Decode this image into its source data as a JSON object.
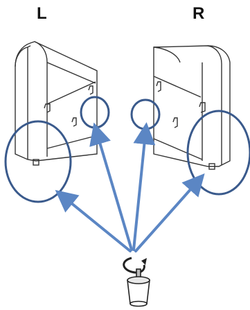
{
  "labels": {
    "left": "L",
    "right": "R"
  },
  "colors": {
    "outline": "#333333",
    "callout_ring": "#3a5a8c",
    "arrow": "#5b86c4",
    "arrow_head": "#5b86c4"
  },
  "parts": {
    "left_panel": "sofa-arm-left",
    "right_panel": "sofa-arm-right",
    "leg": "screw-in-leg"
  }
}
